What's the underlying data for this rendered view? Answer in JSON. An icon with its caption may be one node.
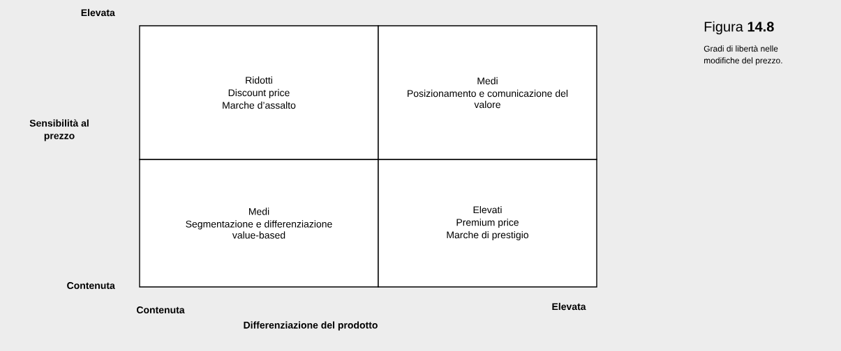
{
  "diagram": {
    "title": "Figura **14.8**",
    "caption": "Gradi di libertà nelle modifiche del prezzo.",
    "nodes": [
      {
        "text": [
          "Ridotti",
          "Discount price",
          "Marche d’assalto"
        ]
      },
      {
        "text": [
          "Medi",
          "Posizionamento e comunicazione del valore"
        ]
      },
      {
        "text": [
          "Medi",
          "Segmentazione e differenziazione value-based"
        ]
      },
      {
        "text": [
          "Elevati",
          "Premium price",
          "Marche di prestigio"
        ]
      }
    ],
    "labels": [
      "Elevata",
      "Sensibilità al prezzo",
      "Contenuta",
      "Contenuta",
      "Elevata",
      "Differenziazione del prodotto"
    ]
  }
}
